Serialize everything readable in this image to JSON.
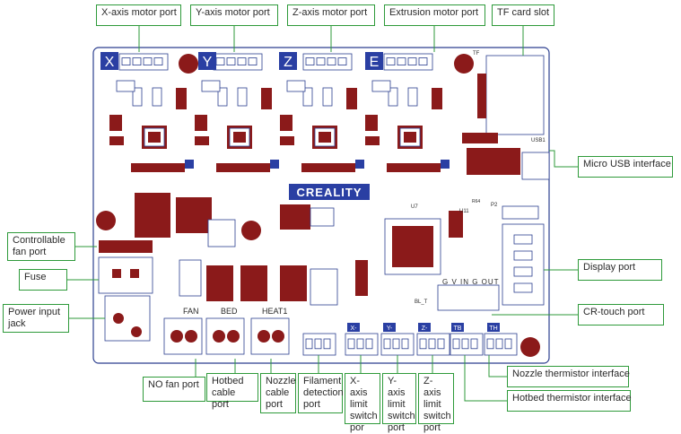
{
  "board": {
    "brand_logo_text": "CREALITY",
    "axis_letters": [
      "X",
      "Y",
      "Z",
      "E"
    ],
    "silkscreen": {
      "tf": "TF",
      "usb1": "USB1",
      "u7": "U7",
      "u11": "U11",
      "r64": "R64",
      "p2": "P2",
      "fan": "FAN",
      "bed": "BED",
      "heat1": "HEAT1",
      "pin_labels": "G V IN G OUT",
      "bl": "BL_T",
      "endstop_x": "X-",
      "endstop_y": "Y-",
      "endstop_z": "Z-",
      "tb": "TB",
      "th": "TH"
    }
  },
  "labels": {
    "x_motor": "X-axis motor port",
    "y_motor": "Y-axis motor port",
    "z_motor": "Z-axis motor port",
    "e_motor": "Extrusion motor port",
    "tf_slot": "TF card slot",
    "usb": "Micro USB interface",
    "controllable_fan": [
      "Controllable",
      "fan port"
    ],
    "fuse": "Fuse",
    "power": [
      "Power input",
      "jack"
    ],
    "display": "Display port",
    "cr_touch": "CR-touch port",
    "nozzle_thermistor": "Nozzle thermistor interface",
    "hotbed_thermistor": "Hotbed thermistor interface",
    "no_fan": "NO fan port",
    "hotbed_cable": [
      "Hotbed",
      "cable port"
    ],
    "nozzle_cable": [
      "Nozzle",
      "cable",
      "port"
    ],
    "filament": [
      "Filament",
      "detection",
      "port"
    ],
    "x_limit": [
      "X-axis",
      "limit",
      "switch",
      "por"
    ],
    "y_limit": [
      "Y-axis",
      "limit",
      "switch",
      "port"
    ],
    "z_limit": [
      "Z-axis",
      "limit",
      "switch",
      "port"
    ]
  },
  "colors": {
    "pcb": "#ffffff",
    "outline": "#2c3f8f",
    "component": "#8b1a1a",
    "blue_label": "#2a3fa3",
    "callout_border": "#2e9a3a",
    "leader_line": "#2e9a3a"
  }
}
